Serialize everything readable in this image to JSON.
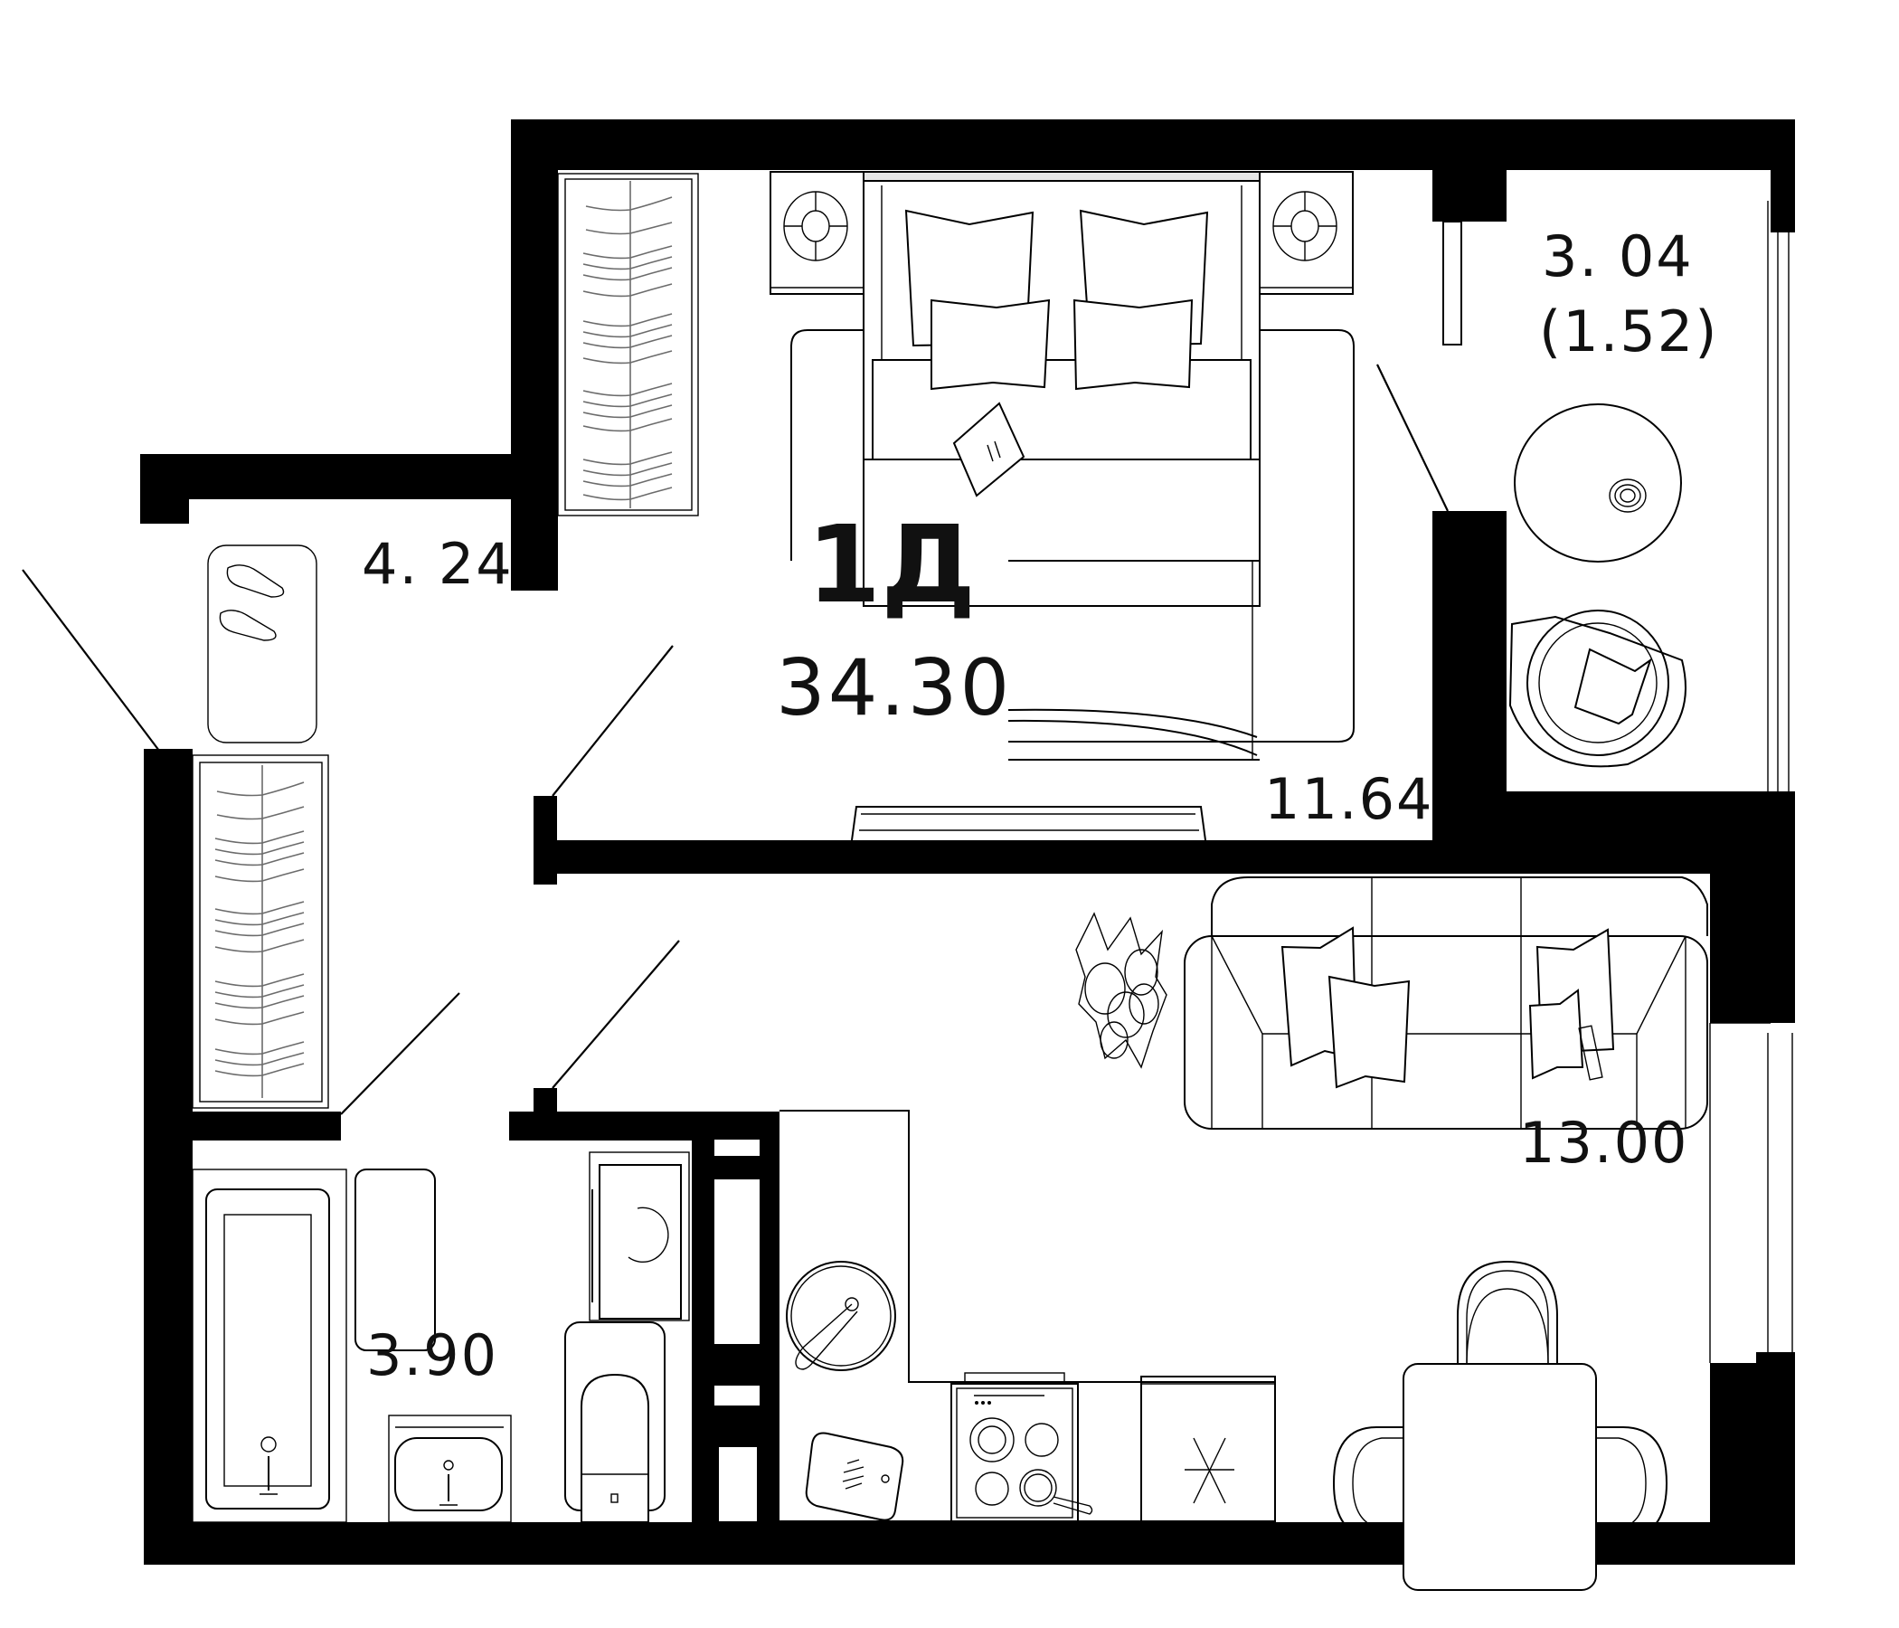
{
  "plan": {
    "apartment_type": "1Д",
    "total_area": "34.30",
    "rooms": {
      "bedroom": {
        "area": "11.64"
      },
      "hallway": {
        "area": "4. 24"
      },
      "living_kitchen": {
        "area": "13.00"
      },
      "bathroom": {
        "area": "3.90"
      },
      "balcony": {
        "area": "3. 04",
        "reduced_area": "(1.52)"
      }
    },
    "colors": {
      "wall": "#000000",
      "background": "#ffffff",
      "line": "#000000"
    }
  }
}
